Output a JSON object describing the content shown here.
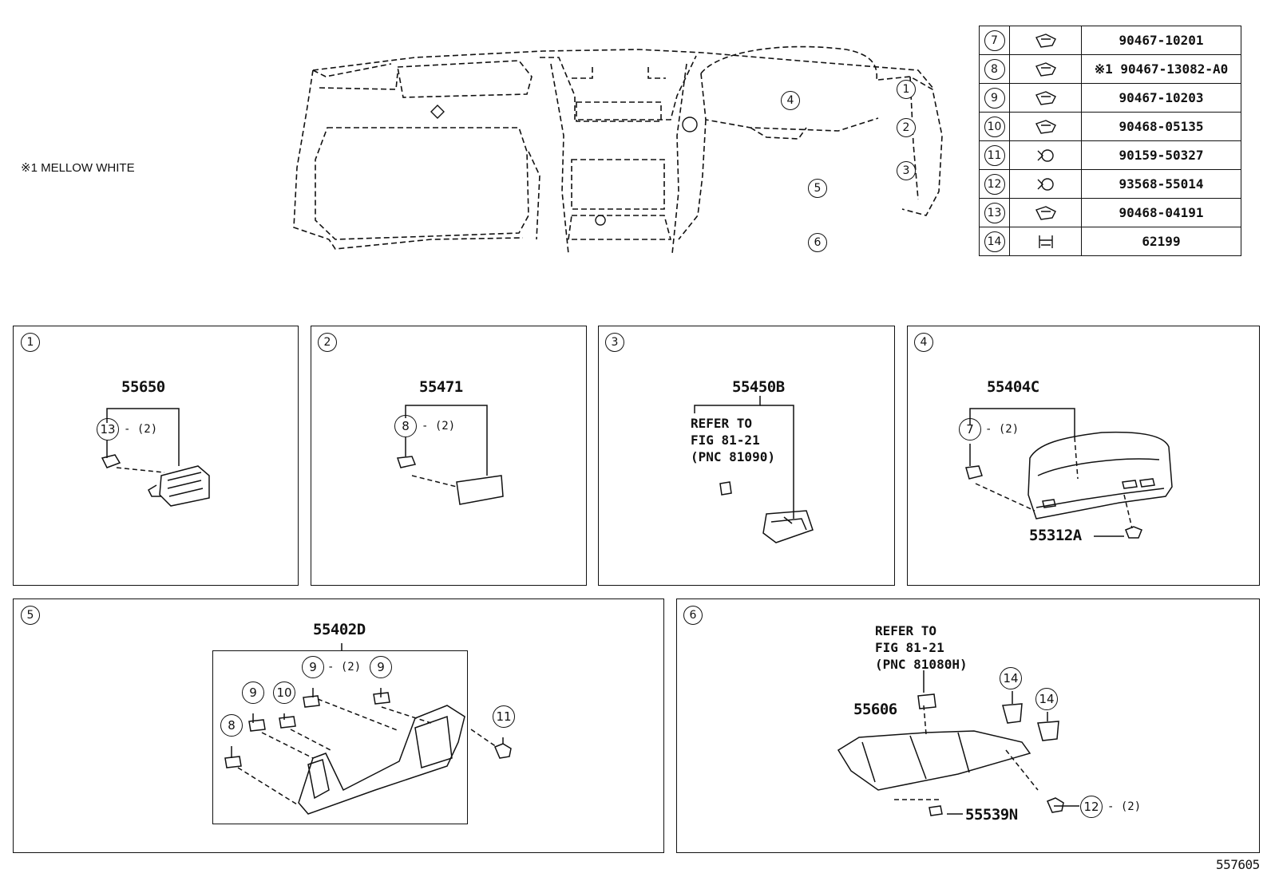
{
  "note": "※1 MELLOW WHITE",
  "figure_id": "557605",
  "overview_callouts": [
    "1",
    "2",
    "3",
    "4",
    "5",
    "6"
  ],
  "clip_table": [
    {
      "no": "7",
      "part": "90467-10201",
      "icon": "clip-icon"
    },
    {
      "no": "8",
      "part": "※1 90467-13082-A0",
      "icon": "clip-icon"
    },
    {
      "no": "9",
      "part": "90467-10203",
      "icon": "clip-icon"
    },
    {
      "no": "10",
      "part": "90468-05135",
      "icon": "clip-icon"
    },
    {
      "no": "11",
      "part": "90159-50327",
      "icon": "screw-icon"
    },
    {
      "no": "12",
      "part": "93568-55014",
      "icon": "screw-icon"
    },
    {
      "no": "13",
      "part": "90468-04191",
      "icon": "clip-icon"
    },
    {
      "no": "14",
      "part": "62199",
      "icon": "hook-clip-icon"
    }
  ],
  "panels": {
    "p1": {
      "no": "1",
      "part": "55650",
      "clip": "13",
      "qty": "- (2)"
    },
    "p2": {
      "no": "2",
      "part": "55471",
      "clip": "8",
      "qty": "- (2)"
    },
    "p3": {
      "no": "3",
      "part": "55450B",
      "refer": "REFER TO\nFIG 81-21\n(PNC 81090)"
    },
    "p4": {
      "no": "4",
      "part": "55404C",
      "clip": "7",
      "qty": "- (2)",
      "part2": "55312A"
    },
    "p5": {
      "no": "5",
      "part": "55402D",
      "clips": [
        "9",
        "9",
        "9",
        "10",
        "8",
        "11"
      ],
      "qty": "- (2)"
    },
    "p6": {
      "no": "6",
      "part": "55606",
      "refer": "REFER TO\nFIG 81-21\n(PNC 81080H)",
      "clips": [
        "14",
        "14",
        "12"
      ],
      "qty": "- (2)",
      "part2": "55539N"
    }
  }
}
